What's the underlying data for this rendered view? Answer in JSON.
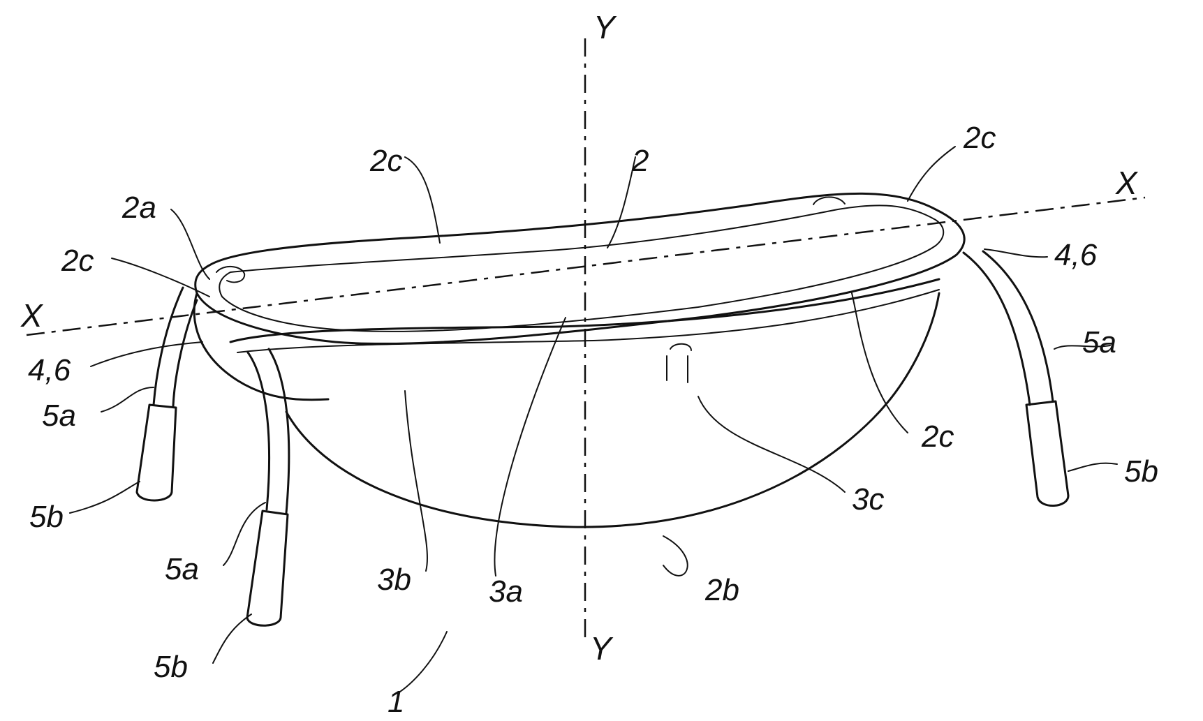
{
  "figure": {
    "labels": {
      "Y_top": "Y",
      "Y_bottom": "Y",
      "X_left": "X",
      "X_right": "X",
      "l_1": "1",
      "l_2": "2",
      "l_2a": "2a",
      "l_2b": "2b",
      "l_2c_top": "2c",
      "l_2c_topright": "2c",
      "l_2c_left": "2c",
      "l_2c_right": "2c",
      "l_3a": "3a",
      "l_3b": "3b",
      "l_3c": "3c",
      "l_46_left": "4,6",
      "l_46_right": "4,6",
      "l_5a_left": "5a",
      "l_5a_front": "5a",
      "l_5a_right": "5a",
      "l_5b_left": "5b",
      "l_5b_front": "5b",
      "l_5b_right": "5b"
    }
  }
}
